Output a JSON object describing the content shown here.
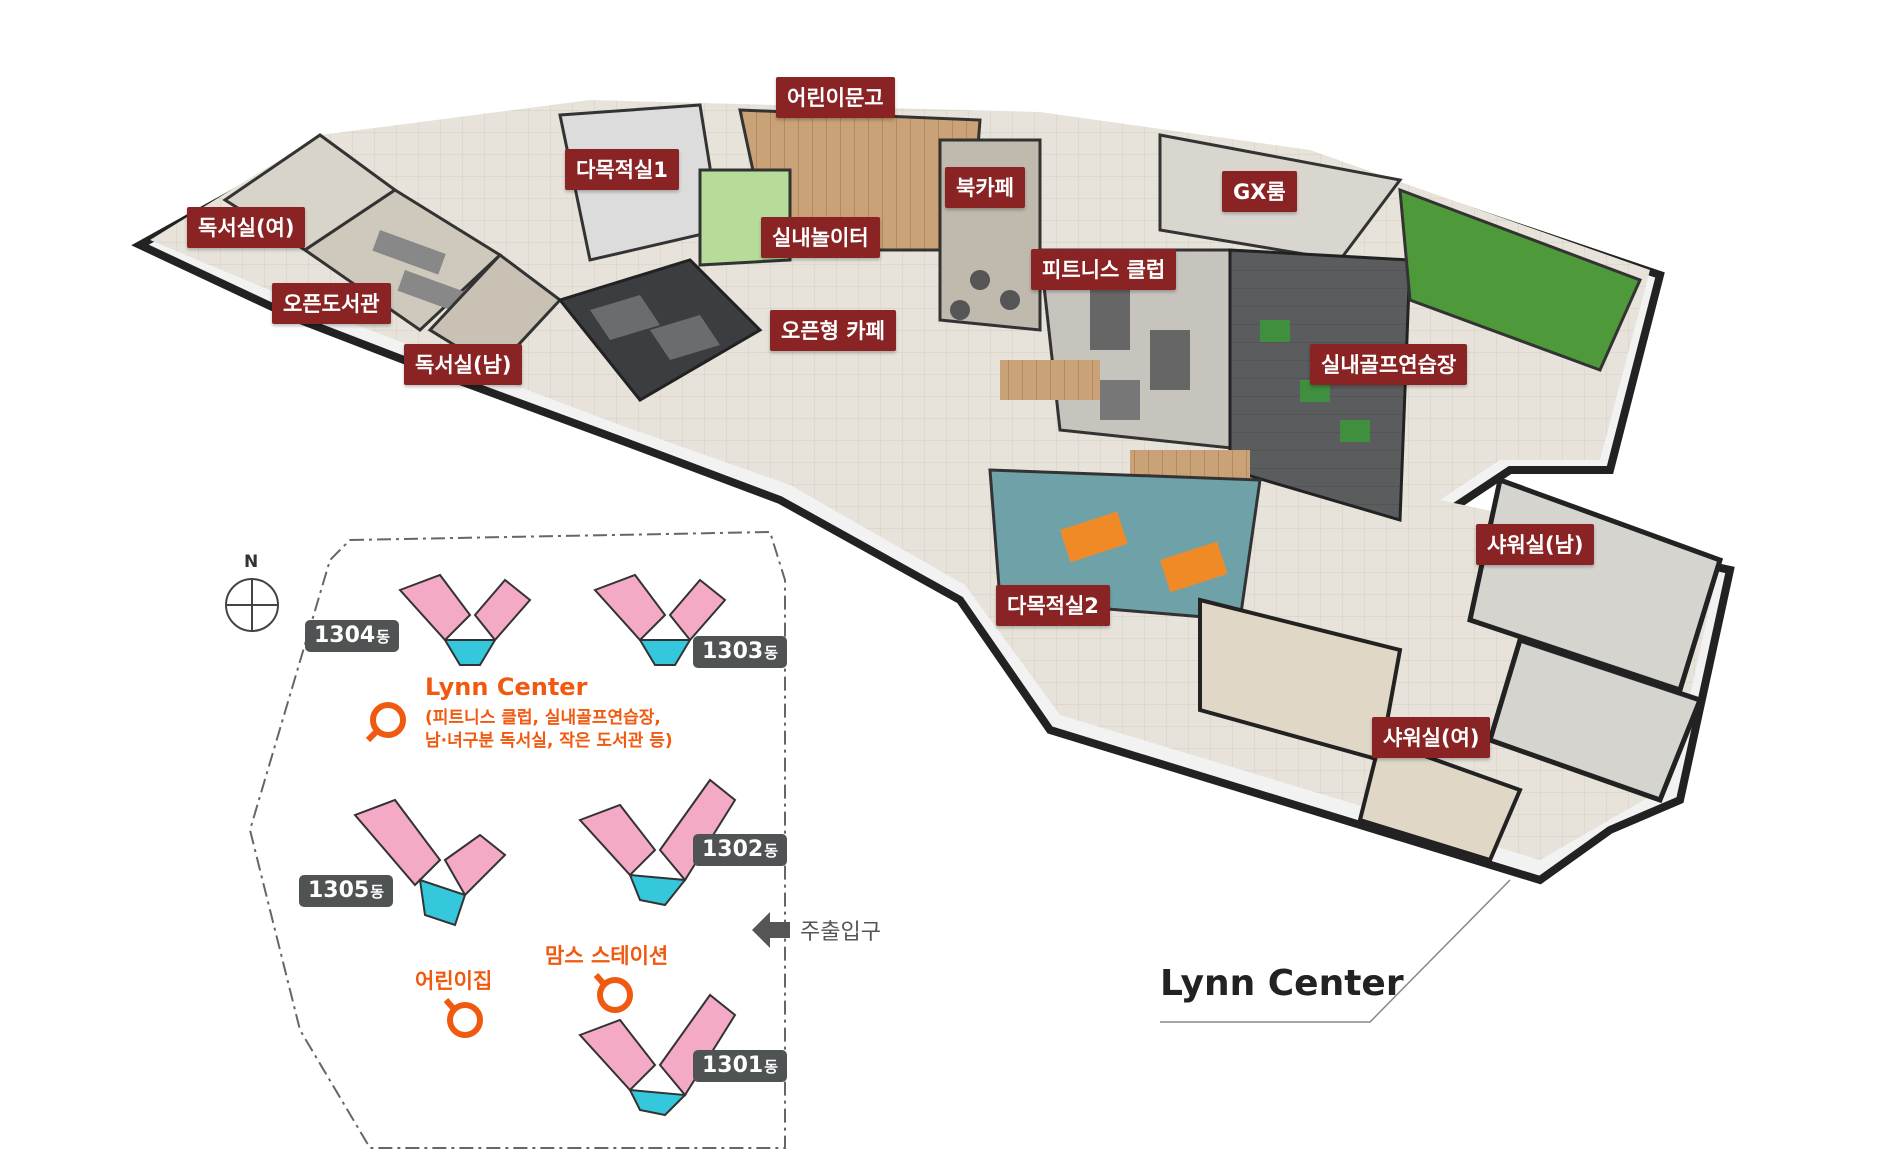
{
  "rooms": {
    "reading_female": "독서실(여)",
    "open_library": "오픈도서관",
    "reading_male": "독서실(남)",
    "multipurpose_1": "다목적실1",
    "kids_library": "어린이문고",
    "indoor_playground": "실내놀이터",
    "book_cafe": "북카페",
    "open_cafe": "오픈형 카페",
    "fitness_club": "피트니스 클럽",
    "gx_room": "GX룸",
    "golf_range": "실내골프연습장",
    "shower_male": "샤워실(남)",
    "multipurpose_2": "다목적실2",
    "shower_female": "샤워실(여)"
  },
  "site_plan": {
    "compass": "N",
    "buildings": [
      {
        "number": "1304",
        "suffix": "동"
      },
      {
        "number": "1303",
        "suffix": "동"
      },
      {
        "number": "1305",
        "suffix": "동"
      },
      {
        "number": "1302",
        "suffix": "동"
      },
      {
        "number": "1301",
        "suffix": "동"
      }
    ],
    "lynn_center": {
      "name": "Lynn Center",
      "desc_line1": "(피트니스 클럽, 실내골프연습장,",
      "desc_line2": "남·녀구분 독서실, 작은 도서관 등)"
    },
    "daycare": "어린이집",
    "moms_station": "맘스 스테이션",
    "entrance": "주출입구"
  },
  "title": "Lynn Center",
  "colors": {
    "label_bg": "#8a2424",
    "accent": "#f05a10",
    "tag_bg": "#4f5353",
    "apt_pink": "#f4a9c7",
    "apt_cyan": "#35c8dd"
  }
}
